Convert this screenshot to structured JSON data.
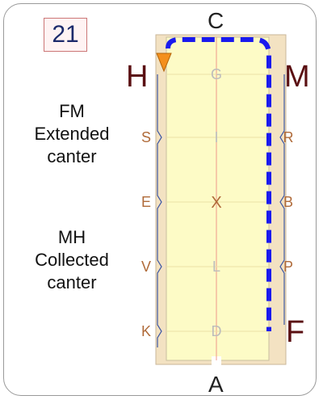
{
  "exercise_number": "21",
  "corner_letters": {
    "top": "C",
    "bottom": "A",
    "top_left": "H",
    "top_right": "M",
    "bottom_right": "F"
  },
  "side_letters": {
    "left": [
      "S",
      "E",
      "V",
      "K"
    ],
    "right": [
      "R",
      "B",
      "P"
    ]
  },
  "centerline_letters": [
    "G",
    "I",
    "X",
    "L",
    "D"
  ],
  "notes": [
    {
      "lines": [
        "FM",
        "Extended",
        "canter"
      ]
    },
    {
      "lines": [
        "MH",
        "Collected",
        "canter"
      ]
    }
  ],
  "colors": {
    "arena_fill": "#fdfbc6",
    "arena_border": "#f3e2c2",
    "route": "#1a1aee",
    "start_marker": "#f4901d",
    "letter_side": "#b06b3a",
    "letter_center": "#bcbcbc",
    "center_x": "#b06b3a"
  }
}
